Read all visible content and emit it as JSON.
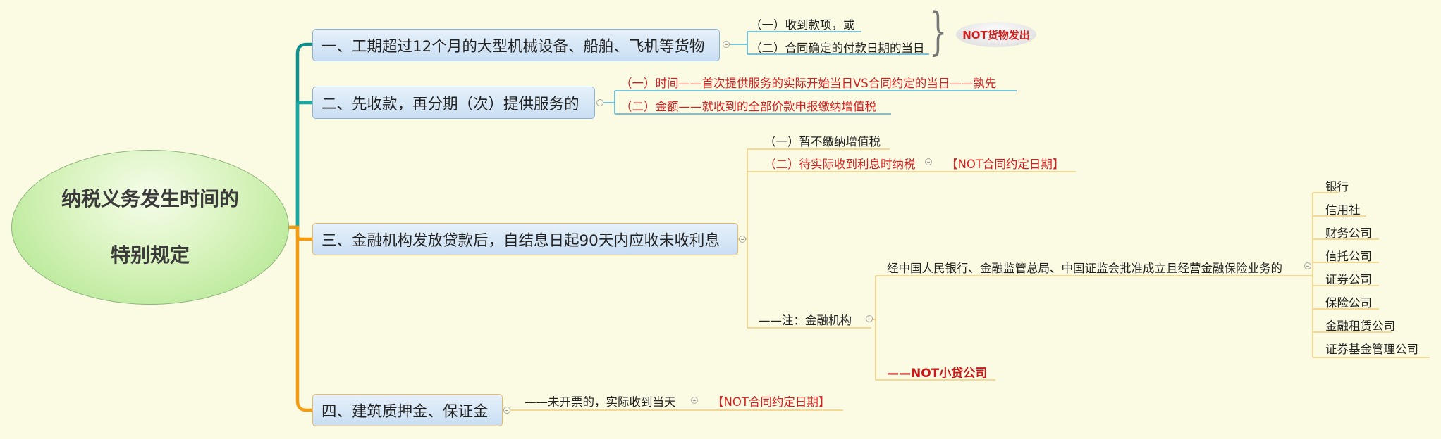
{
  "root": {
    "line1": "纳税义务发生时间的",
    "line2": "特别规定"
  },
  "topics": [
    "一、工期超过12个月的大型机械设备、船舶、飞机等货物",
    "二、先收款，再分期（次）提供服务的",
    "三、金融机构发放贷款后，自结息日起90天内应收未收利息",
    "四、建筑质押金、保证金"
  ],
  "t1": {
    "items": [
      "（一）收到款项，或",
      "（二）合同确定的付款日期的当日"
    ],
    "note": "NOT货物发出"
  },
  "t2": {
    "items": [
      "（一）时间——首次提供服务的实际开始当日VS合同约定的当日——孰先",
      "（二）金额——就收到的全部价款申报缴纳增值税"
    ]
  },
  "t3": {
    "items": [
      "（一）暂不缴纳增值税",
      "（二）待实际收到利息时纳税"
    ],
    "note": "【NOT合同约定日期】",
    "fin_label": "——注：金融机构",
    "fin_desc": "经中国人民银行、金融监管总局、中国证监会批准成立且经营金融保险业务的",
    "institutions": [
      "银行",
      "信用社",
      "财务公司",
      "信托公司",
      "证券公司",
      "保险公司",
      "金融租赁公司",
      "证券基金管理公司"
    ],
    "not_small_loan": "——NOT小贷公司"
  },
  "t4": {
    "item": "——未开票的，实际收到当天",
    "note": "【NOT合同约定日期】"
  },
  "colors": {
    "blue_branch": "#1aa3a0",
    "orange_branch": "#f39c12",
    "red_text": "#d42020",
    "blue_line": "#2e9fcf",
    "orange_line": "#f0c36a"
  }
}
